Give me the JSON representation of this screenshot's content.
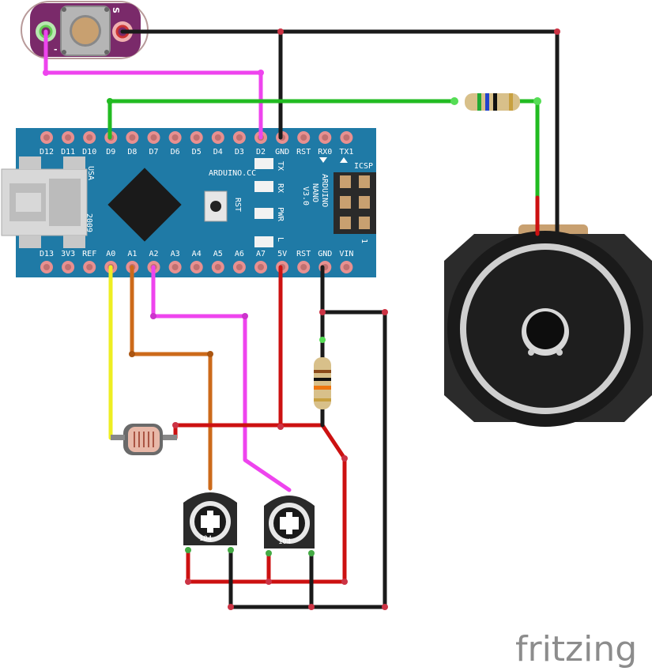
{
  "board": {
    "name": "ARDUINO.CC",
    "model_line1": "ARDUINO",
    "model_line2": "NANO",
    "model_line3": "V3.0",
    "usb_label": "USA",
    "year": "2009",
    "icsp": "ICSP",
    "icsp_pin": "1",
    "rst_button": "RST",
    "leds": [
      "TX",
      "RX",
      "PWR",
      "L"
    ],
    "top_pins": [
      "D12",
      "D11",
      "D10",
      "D9",
      "D8",
      "D7",
      "D6",
      "D5",
      "D4",
      "D3",
      "D2",
      "GND",
      "RST",
      "RX0",
      "TX1"
    ],
    "bottom_pins": [
      "D13",
      "3V3",
      "REF",
      "A0",
      "A1",
      "A2",
      "A3",
      "A4",
      "A5",
      "A6",
      "A7",
      "5V",
      "RST",
      "GND",
      "VIN"
    ]
  },
  "switch": {
    "label_s": "S",
    "label_minus": "-"
  },
  "potentiometers": [
    {
      "code": "104"
    },
    {
      "code": "104"
    }
  ],
  "colors": {
    "board": "#1f7aa6",
    "wire_black": "#1a1a1a",
    "wire_red": "#cc1111",
    "wire_green": "#22bb22",
    "wire_magenta": "#ee44ee",
    "wire_yellow": "#eeee22",
    "wire_orange": "#cc6a1a",
    "switch_body": "#7a2a6a"
  },
  "brand": "fritzing"
}
